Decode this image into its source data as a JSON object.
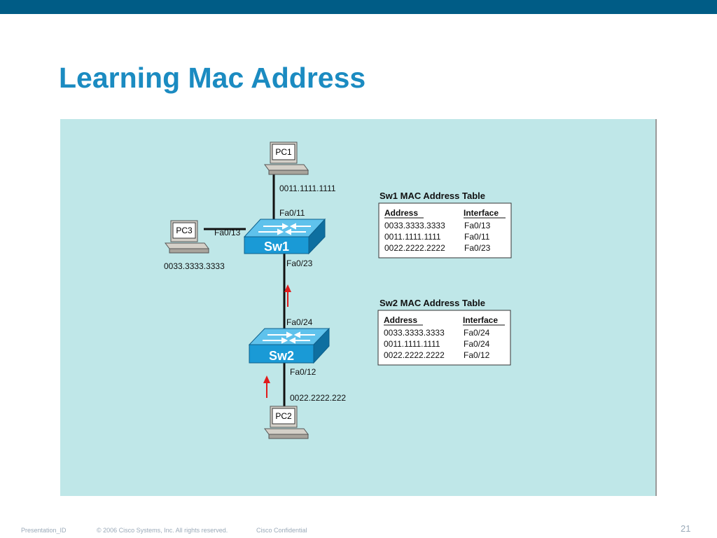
{
  "slide": {
    "title": "Learning Mac Address",
    "footer_id": "Presentation_ID",
    "footer_copyright": "© 2006 Cisco Systems, Inc. All rights reserved.",
    "footer_confidential": "Cisco Confidential",
    "page_number": "21",
    "colors": {
      "top_bar": "#005c86",
      "title": "#1b8bc1",
      "diagram_bg": "#bfe7e8",
      "switch": "#1a9ad6",
      "arrow": "#e01b1b"
    }
  },
  "diagram": {
    "pc1": {
      "label": "PC1",
      "mac": "0011.1111.1111"
    },
    "pc2": {
      "label": "PC2",
      "mac": "0022.2222.222"
    },
    "pc3": {
      "label": "PC3",
      "mac": "0033.3333.3333"
    },
    "sw1": {
      "label": "Sw1",
      "port_pc1": "Fa0/11",
      "port_pc3": "Fa0/13",
      "port_sw2": "Fa0/23"
    },
    "sw2": {
      "label": "Sw2",
      "port_sw1": "Fa0/24",
      "port_pc2": "Fa0/12"
    },
    "sw1_table": {
      "title": "Sw1 MAC Address Table",
      "headers": [
        "Address",
        "Interface"
      ],
      "rows": [
        [
          "0033.3333.3333",
          "Fa0/13"
        ],
        [
          "0011.1111.1111",
          "Fa0/11"
        ],
        [
          "0022.2222.2222",
          "Fa0/23"
        ]
      ]
    },
    "sw2_table": {
      "title": "Sw2 MAC Address Table",
      "headers": [
        "Address",
        "Interface"
      ],
      "rows": [
        [
          "0033.3333.3333",
          "Fa0/24"
        ],
        [
          "0011.1111.1111",
          "Fa0/24"
        ],
        [
          "0022.2222.2222",
          "Fa0/12"
        ]
      ]
    }
  }
}
